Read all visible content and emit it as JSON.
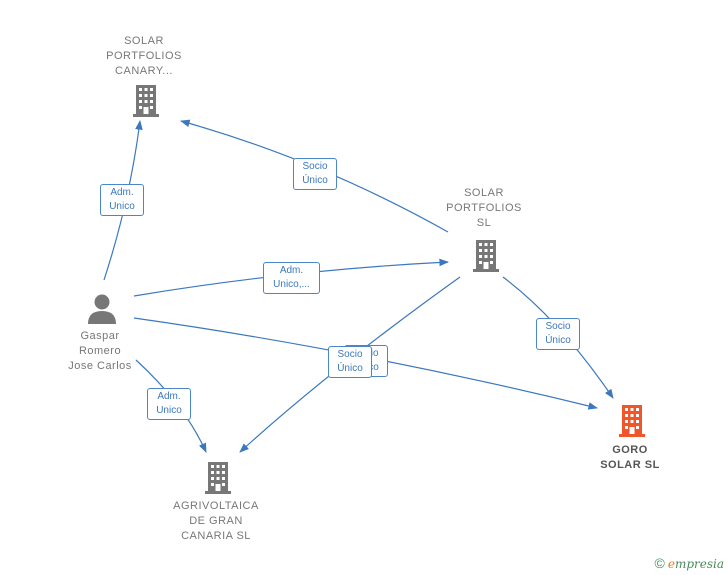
{
  "nodes": {
    "solar_canary": {
      "label": "SOLAR\nPORTFOLIOS\nCANARY..."
    },
    "solar_sl": {
      "label": "SOLAR\nPORTFOLIOS\nSL"
    },
    "gaspar": {
      "label": "Gaspar\nRomero\nJose Carlos"
    },
    "agrivoltaica": {
      "label": "AGRIVOLTAICA\nDE GRAN\nCANARIA  SL"
    },
    "goro": {
      "label": "GORO\nSOLAR  SL"
    }
  },
  "edges": {
    "socio_unico_canary": "Socio\nÚnico",
    "adm_unico_canary": "Adm.\nUnico",
    "adm_unico_sl": "Adm.\nUnico,...",
    "socio_unico_goro": "Socio\nÚnico",
    "socio_unico_agri": "Socio\nÚnico",
    "adm_unico_agri": "Adm.\nUnico"
  },
  "colors": {
    "edge": "#3b78bd",
    "building": "#777777",
    "building_main": "#f0562a",
    "person": "#777777"
  },
  "footer": {
    "copyright": "©",
    "brand_first": "e",
    "brand_rest": "mpresia"
  }
}
